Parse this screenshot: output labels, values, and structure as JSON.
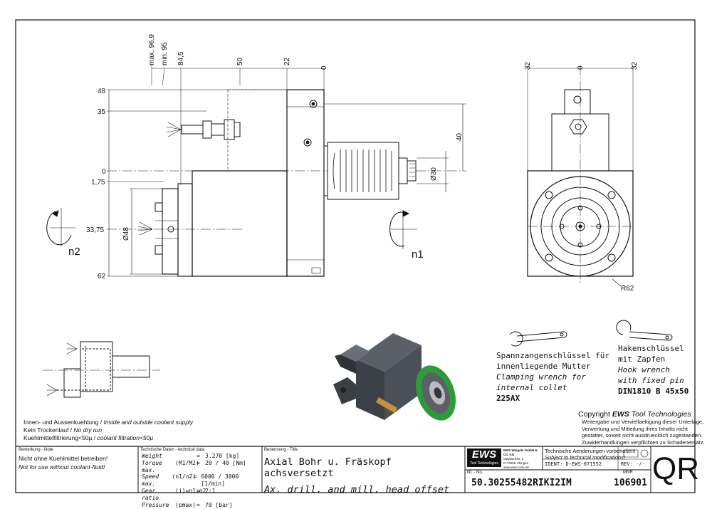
{
  "front_view": {
    "top_dims": [
      "max. 96,9",
      "min. 95",
      "84,5",
      "50",
      "22",
      "0"
    ],
    "left_dims": [
      "48",
      "35",
      "0",
      "1,75",
      "33,75",
      "62"
    ],
    "dia_left": "Ø48",
    "dia_right": "Ø30",
    "dim_40": "40",
    "rot_n1": "n1",
    "rot_n2": "n2"
  },
  "side_view": {
    "top_dims": [
      "32",
      "0",
      "32"
    ],
    "radius": "R62"
  },
  "coolant": {
    "line1": "Innen- und Aussenkuehlung / ",
    "line1_it": "Inside and outside coolant supply",
    "line2": "Kein Trockenlauf / ",
    "line2_it": "No dry run",
    "line3": "Kuehlmittelfiltrierung<50µ / ",
    "line3_it": "coolant filtration<50µ"
  },
  "wrench1": {
    "l1": "Spannzangenschlüssel für",
    "l2": "innenliegende Mutter",
    "l3": "Clamping wrench for",
    "l4": "internal collet",
    "code": "225AX"
  },
  "wrench2": {
    "l1": "Hakenschlüssel",
    "l2": "mit Zapfen",
    "l3": "Hook wrench",
    "l4": "with fixed pin",
    "code": "DIN1810 B 45x50"
  },
  "copyright": {
    "prefix": "Copyright ",
    "brand": "EWS",
    "suffix": " Tool Technologies",
    "l1": "Weitergabe und Vervielfaeltigung dieser Unterlage,",
    "l2": "Verwertung und Mitteilung ihres Inhalts nicht",
    "l3": "gestattet, soweit nicht ausdruecklich zugestanden.",
    "l4": "Zuwiderhandlungen verpflichten zu Schadenersatz."
  },
  "title_block": {
    "remark_label": "Bemerkung - Note",
    "remark1": "Nicht ohne Kuehlmittel betreiben!",
    "remark2": "Not for use without coolant-fluid!",
    "tech_label": "Technische Daten - technical data",
    "tech_rows": [
      {
        "name": "Weight",
        "sym": "",
        "val": "3.270 [kg]"
      },
      {
        "name": "Torque max.",
        "sym": "(M1/M2)",
        "val": "20 / 40 [Nm]"
      },
      {
        "name": "Speed max.",
        "sym": "(n1/n2)",
        "val": "6000 / 3000 [1/min]"
      },
      {
        "name": "Gear ratio",
        "sym": "(i)=n1:n2",
        "val": "2:1"
      },
      {
        "name": "Pressure",
        "sym": "(pmax)",
        "val": "70 [bar]"
      }
    ],
    "eq": "=",
    "title_label": "Benennung - Title",
    "title_de": "Axial Bohr u. Fräskopf achsversetzt",
    "title_en": "Ax. drill. and mill. head offset",
    "logo": "EWS",
    "logo_sub": "Tool Technologies",
    "company1": "EWS Weigele GmbH & Co. KG",
    "company2": "Maybachstr. 1",
    "company3": "D-73066 Uhingen",
    "company4": "www.ews-tools.de",
    "nr_label": "Nr. - No.",
    "part_no": "50.30255482RIKI2IM",
    "changes1": "Technische Aenderungen vorbehalten!",
    "changes2": "Subject to technical modifications!",
    "ident": "IDENT:  D-EWS-071552",
    "rev": "REV:  -/-",
    "mnr_label": "MNR",
    "mnr": "106901",
    "qr": "QR"
  },
  "colors": {
    "line": "#111111",
    "flange_green": "#2f9a3a",
    "body_grey": "#3c4148",
    "body_light": "#5b6068"
  }
}
